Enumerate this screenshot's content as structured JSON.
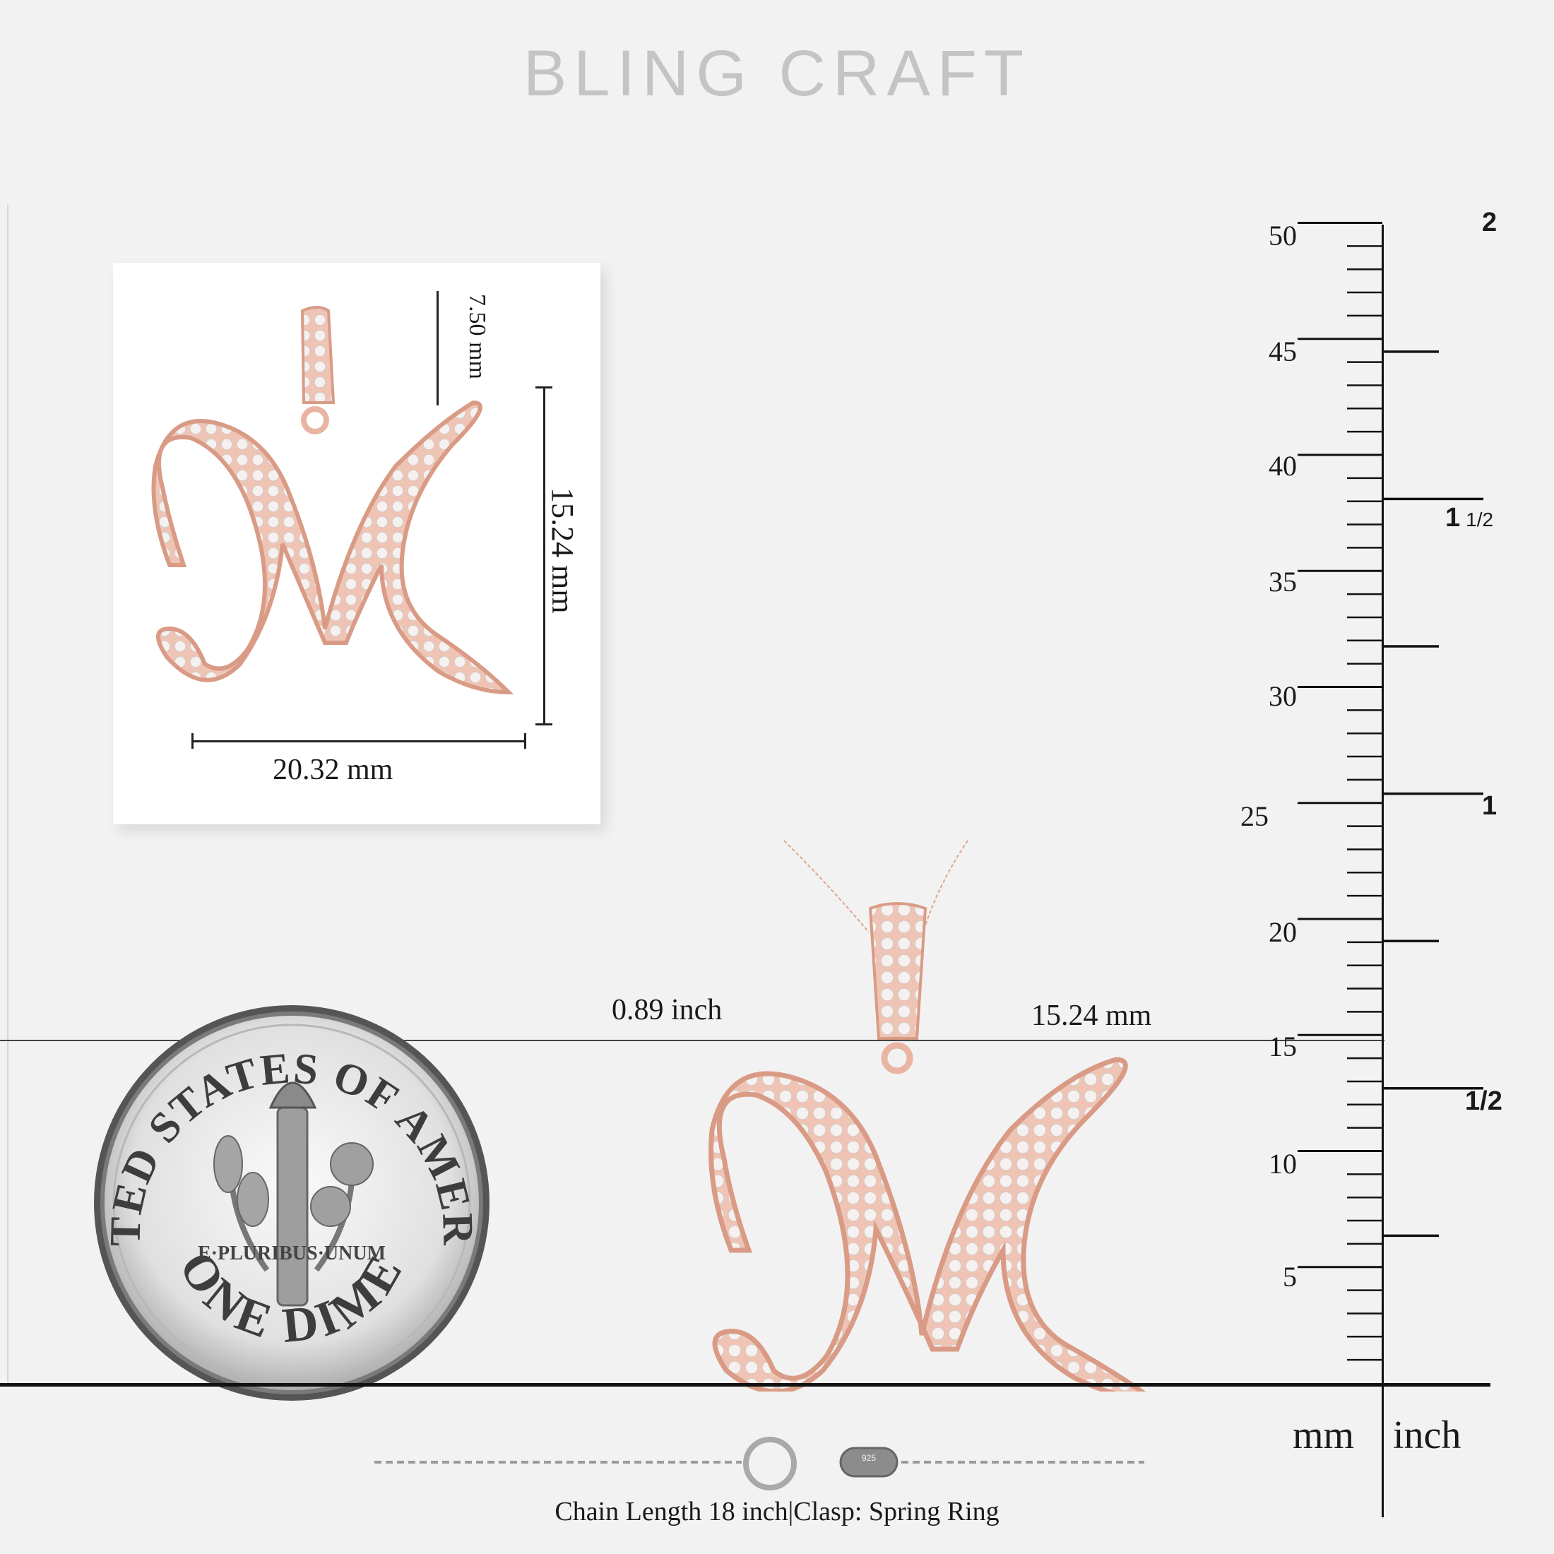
{
  "brand": {
    "name": "BLING CRAFT"
  },
  "inset": {
    "bail_height": "7.50 mm",
    "pendant_height": "15.24 mm",
    "pendant_width": "20.32 mm"
  },
  "main": {
    "width_inch": "0.89 inch",
    "height_mm": "15.24 mm"
  },
  "coin": {
    "top_text": "UNITED STATES OF AMERICA",
    "motto": "E·PLURIBUS·UNUM",
    "bottom_text": "ONE DIME"
  },
  "chain": {
    "tag": "925"
  },
  "ruler": {
    "mm_labels": [
      "50",
      "45",
      "40",
      "35",
      "30",
      "25",
      "20",
      "15",
      "10",
      "5"
    ],
    "inch_labels": [
      {
        "whole": "2",
        "frac": ""
      },
      {
        "whole": "1",
        "frac": "1/2"
      },
      {
        "whole": "1",
        "frac": ""
      },
      {
        "whole": "",
        "frac": "1/2"
      }
    ],
    "unit_mm": "mm",
    "unit_inch": "inch"
  },
  "caption": "Chain Length 18 inch|Clasp: Spring Ring",
  "colors": {
    "rose_gold": "#f0c4b4",
    "rose_gold_dark": "#d99b85",
    "diamond": "#eeeeee",
    "background": "#f2f2f2",
    "silver": "#9a9a9a"
  }
}
